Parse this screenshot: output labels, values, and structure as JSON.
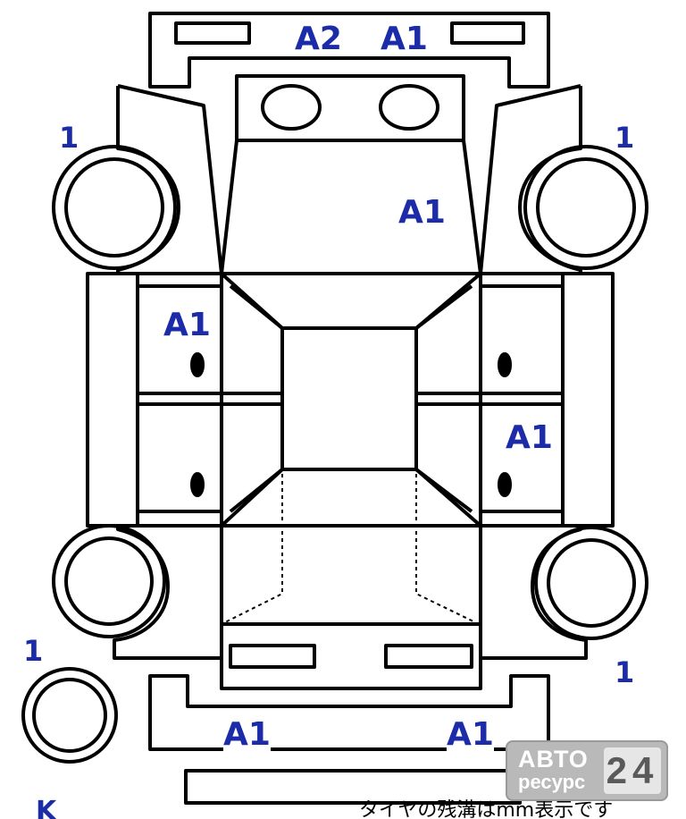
{
  "marks": {
    "top_a2": "A2",
    "top_a1": "A1",
    "hood_a1": "A1",
    "left_front_door_a1": "A1",
    "right_rear_door_a1": "A1",
    "bottom_left_a1": "A1",
    "bottom_right_a1": "A1"
  },
  "wheel_marks": {
    "front_left": "1",
    "front_right": "1",
    "rear_left": "1",
    "rear_right": "1"
  },
  "spare_label": "K",
  "footnote": "タイヤの残溝はmm表示です",
  "logo": {
    "top": "АВТО",
    "bottom": "ресурс",
    "digits": "24"
  },
  "colors": {
    "marks": "#1c2ca8",
    "lines": "#000000",
    "logo_bg": "#b9b9b9"
  }
}
